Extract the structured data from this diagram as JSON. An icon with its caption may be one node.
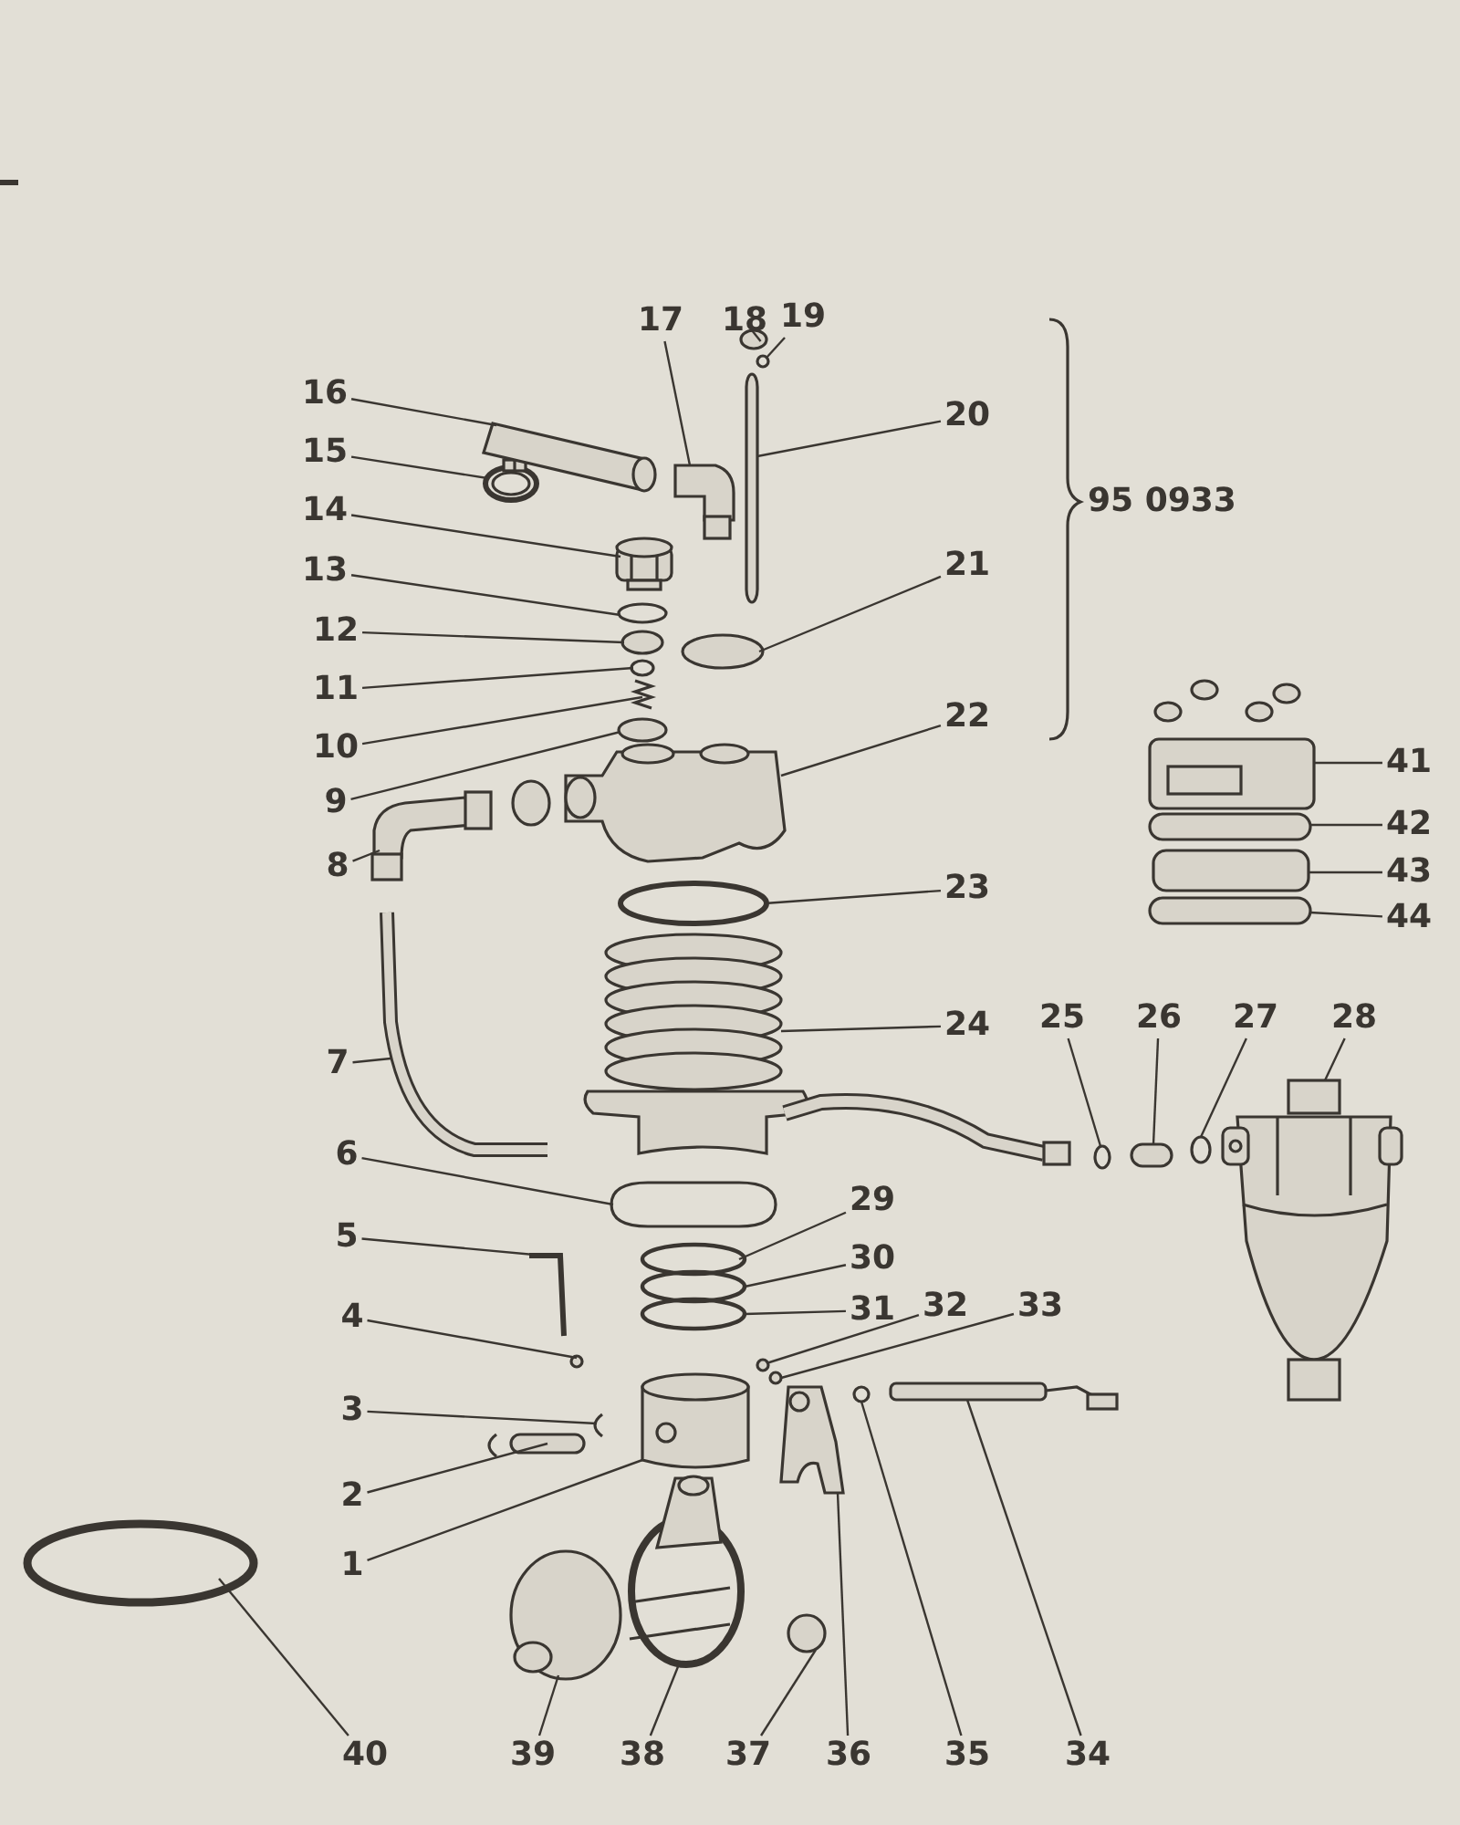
{
  "diagram": {
    "nodes": [
      {
        "text": [
          "1"
        ]
      },
      {
        "text": [
          "2"
        ]
      },
      {
        "text": [
          "3"
        ]
      },
      {
        "text": [
          "4"
        ]
      },
      {
        "text": [
          "5"
        ]
      },
      {
        "text": [
          "6"
        ]
      },
      {
        "text": [
          "7"
        ]
      },
      {
        "text": [
          "8"
        ]
      },
      {
        "text": [
          "9"
        ]
      },
      {
        "text": [
          "10"
        ]
      },
      {
        "text": [
          "11"
        ]
      },
      {
        "text": [
          "12"
        ]
      },
      {
        "text": [
          "13"
        ]
      },
      {
        "text": [
          "14"
        ]
      },
      {
        "text": [
          "15"
        ]
      },
      {
        "text": [
          "16"
        ]
      },
      {
        "text": [
          "17"
        ]
      },
      {
        "text": [
          "18"
        ]
      },
      {
        "text": [
          "19"
        ]
      },
      {
        "text": [
          "20"
        ]
      },
      {
        "text": [
          "21"
        ]
      },
      {
        "text": [
          "22"
        ]
      },
      {
        "text": [
          "23"
        ]
      },
      {
        "text": [
          "24"
        ]
      },
      {
        "text": [
          "25"
        ]
      },
      {
        "text": [
          "26"
        ]
      },
      {
        "text": [
          "27"
        ]
      },
      {
        "text": [
          "28"
        ]
      },
      {
        "text": [
          "29"
        ]
      },
      {
        "text": [
          "30"
        ]
      },
      {
        "text": [
          "31"
        ]
      },
      {
        "text": [
          "32"
        ]
      },
      {
        "text": [
          "33"
        ]
      },
      {
        "text": [
          "34"
        ]
      },
      {
        "text": [
          "35"
        ]
      },
      {
        "text": [
          "36"
        ]
      },
      {
        "text": [
          "37"
        ]
      },
      {
        "text": [
          "38"
        ]
      },
      {
        "text": [
          "39"
        ]
      },
      {
        "text": [
          "40"
        ]
      },
      {
        "text": [
          "41"
        ]
      },
      {
        "text": [
          "42"
        ]
      },
      {
        "text": [
          "43"
        ]
      },
      {
        "text": [
          "44"
        ]
      },
      {
        "text": [],
        "shape": "picture"
      },
      {
        "text": [],
        "shape": "box"
      },
      {
        "text": [],
        "shape": "picture"
      },
      {
        "text": [],
        "shape": "circle"
      },
      {
        "text": [],
        "shape": "picture"
      },
      {
        "text": [],
        "shape": "picture"
      },
      {
        "text": [],
        "shape": "picture"
      },
      {
        "text": [],
        "shape": "picture"
      },
      {
        "text": [],
        "shape": "circle"
      },
      {
        "text": [],
        "shape": "picture"
      },
      {
        "text": [],
        "shape": "circle"
      },
      {
        "text": [],
        "shape": "circle"
      },
      {
        "text": [],
        "shape": "circle"
      },
      {
        "text": [],
        "shape": "picture"
      },
      {
        "text": [],
        "shape": "picture"
      },
      {
        "text": [],
        "shape": "picture"
      },
      {
        "text": [],
        "shape": "picture"
      },
      {
        "text": [],
        "shape": "circle"
      },
      {
        "text": [],
        "shape": "circle"
      },
      {
        "text": [],
        "shape": "box"
      },
      {
        "text": [],
        "shape": "circle"
      },
      {
        "text": [],
        "shape": "picture"
      },
      {
        "text": [],
        "shape": "circle"
      },
      {
        "text": [],
        "shape": "picture"
      },
      {
        "text": [],
        "shape": "circle"
      },
      {
        "text": [],
        "shape": "box"
      },
      {
        "text": [],
        "shape": "circle"
      },
      {
        "text": [],
        "shape": "picture"
      },
      {
        "text": [],
        "shape": "circle"
      },
      {
        "text": [],
        "shape": "circle"
      },
      {
        "text": [],
        "shape": "circle"
      },
      {
        "text": [],
        "shape": "circle"
      },
      {
        "text": [],
        "shape": "circle"
      },
      {
        "text": [],
        "shape": "picture"
      },
      {
        "text": [],
        "shape": "circle"
      },
      {
        "text": [],
        "shape": "picture"
      },
      {
        "text": [],
        "shape": "circle"
      },
      {
        "text": [],
        "shape": "picture"
      },
      {
        "text": [],
        "shape": "picture"
      },
      {
        "text": [],
        "shape": "circle"
      },
      {
        "text": [],
        "shape": "picture"
      },
      {
        "text": [],
        "shape": "box"
      },
      {
        "text": [],
        "shape": "box"
      },
      {
        "text": [],
        "shape": "box"
      }
    ],
    "edges": [
      {
        "from": 0,
        "to": 44,
        "arrow": "none"
      },
      {
        "from": 1,
        "to": 45,
        "arrow": "none"
      },
      {
        "from": 2,
        "to": 46,
        "arrow": "none"
      },
      {
        "from": 3,
        "to": 47,
        "arrow": "none"
      },
      {
        "from": 4,
        "to": 48,
        "arrow": "none"
      },
      {
        "from": 5,
        "to": 49,
        "arrow": "none"
      },
      {
        "from": 6,
        "to": 50,
        "arrow": "none"
      },
      {
        "from": 7,
        "to": 51,
        "arrow": "none"
      },
      {
        "from": 8,
        "to": 52,
        "arrow": "none"
      },
      {
        "from": 9,
        "to": 53,
        "arrow": "none"
      },
      {
        "from": 10,
        "to": 54,
        "arrow": "none"
      },
      {
        "from": 11,
        "to": 55,
        "arrow": "none"
      },
      {
        "from": 12,
        "to": 56,
        "arrow": "none"
      },
      {
        "from": 13,
        "to": 57,
        "arrow": "none"
      },
      {
        "from": 14,
        "to": 58,
        "arrow": "none"
      },
      {
        "from": 15,
        "to": 59,
        "arrow": "none"
      },
      {
        "from": 16,
        "to": 60,
        "arrow": "none"
      },
      {
        "from": 17,
        "to": 61,
        "arrow": "none"
      },
      {
        "from": 18,
        "to": 62,
        "arrow": "none"
      },
      {
        "from": 19,
        "to": 63,
        "arrow": "none"
      },
      {
        "from": 20,
        "to": 64,
        "arrow": "none"
      },
      {
        "from": 21,
        "to": 65,
        "arrow": "none"
      },
      {
        "from": 22,
        "to": 66,
        "arrow": "none"
      },
      {
        "from": 23,
        "to": 67,
        "arrow": "none"
      },
      {
        "from": 24,
        "to": 68,
        "arrow": "none"
      },
      {
        "from": 25,
        "to": 69,
        "arrow": "none"
      },
      {
        "from": 26,
        "to": 70,
        "arrow": "none"
      },
      {
        "from": 27,
        "to": 71,
        "arrow": "none"
      },
      {
        "from": 28,
        "to": 72,
        "arrow": "none"
      },
      {
        "from": 29,
        "to": 73,
        "arrow": "none"
      },
      {
        "from": 30,
        "to": 74,
        "arrow": "none"
      },
      {
        "from": 31,
        "to": 75,
        "arrow": "none"
      },
      {
        "from": 32,
        "to": 76,
        "arrow": "none"
      },
      {
        "from": 33,
        "to": 77,
        "arrow": "none"
      },
      {
        "from": 34,
        "to": 78,
        "arrow": "none"
      },
      {
        "from": 35,
        "to": 79,
        "arrow": "none"
      },
      {
        "from": 36,
        "to": 80,
        "arrow": "none"
      },
      {
        "from": 37,
        "to": 81,
        "arrow": "none"
      },
      {
        "from": 38,
        "to": 82,
        "arrow": "none"
      },
      {
        "from": 39,
        "to": 83,
        "arrow": "none"
      },
      {
        "from": 40,
        "to": 84,
        "arrow": "none"
      },
      {
        "from": 41,
        "to": 85,
        "arrow": "none"
      },
      {
        "from": 42,
        "to": 86,
        "arrow": "none"
      },
      {
        "from": 43,
        "to": 87,
        "arrow": "none"
      }
    ],
    "labels": [
      "95 0933"
    ]
  }
}
